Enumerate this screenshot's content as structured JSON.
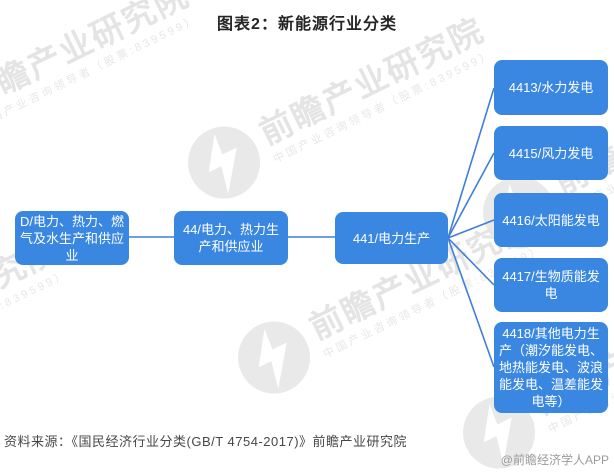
{
  "title": "图表2：新能源行业分类",
  "colors": {
    "node_fill": "#3a87e2",
    "connector": "#3f7ed9",
    "title_text": "#252525",
    "source_text": "#474747",
    "credit_text": "#9b9b9b",
    "watermark_text": "#e4e4e4"
  },
  "diagram": {
    "level1": {
      "code": "D",
      "label": "D/电力、热力、燃气及水生产和供应业"
    },
    "level2": {
      "code": "44",
      "label": "44/电力、热力生产和供应业"
    },
    "level3": {
      "code": "441",
      "label": "441/电力生产"
    },
    "leaves": [
      {
        "code": "4413",
        "label": "4413/水力发电"
      },
      {
        "code": "4415",
        "label": "4415/风力发电"
      },
      {
        "code": "4416",
        "label": "4416/太阳能发电"
      },
      {
        "code": "4417",
        "label": "4417/生物质能发电"
      },
      {
        "code": "4418",
        "label": "4418/其他电力生产（潮汐能发电、地热能发电、波浪能发电、温差能发电等）"
      }
    ]
  },
  "watermark": {
    "big": "前瞻产业研究院",
    "small": "中国产业咨询领导者（股票:839599）",
    "logo_icon": "qianzhan-bolt-logo"
  },
  "footer": {
    "source": "资料来源：《国民经济行业分类(GB/T 4754-2017)》前瞻产业研究院",
    "credit": "@前瞻经济学人APP"
  }
}
